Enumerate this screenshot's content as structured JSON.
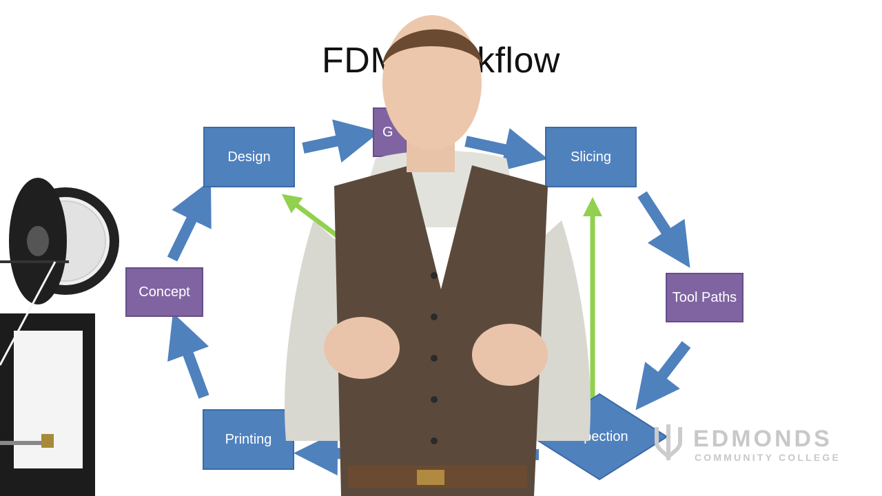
{
  "slide": {
    "title": "FDM Workflow",
    "nodes": {
      "design": "Design",
      "gcode": "G",
      "slicing": "Slicing",
      "tool_paths": "Tool Paths",
      "inspection": "Inspection",
      "printing": "Printing",
      "concept": "Concept"
    }
  },
  "logo": {
    "name": "EDMONDS",
    "subtitle": "COMMUNITY COLLEGE"
  },
  "colors": {
    "box_blue": "#4f81bd",
    "box_purple": "#8064a2",
    "arrow_blue": "#4f81bd",
    "arrow_green": "#92d050"
  }
}
